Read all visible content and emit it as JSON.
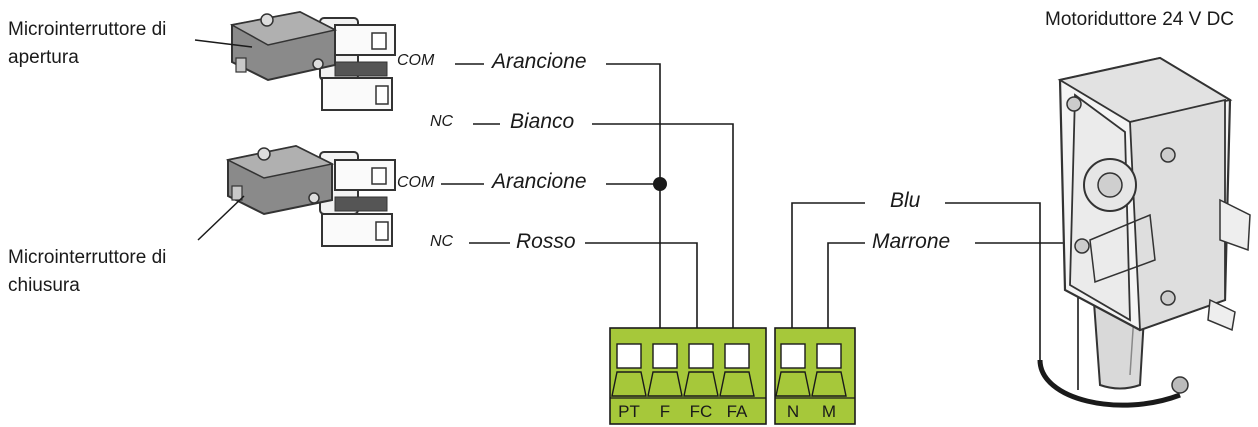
{
  "labels": {
    "micro_open_line1": "Microinterruttore di",
    "micro_open_line2": "apertura",
    "micro_close_line1": "Microinterruttore di",
    "micro_close_line2": "chiusura",
    "motor": "Motoriduttore 24 V DC"
  },
  "pins": {
    "com1": "COM",
    "nc1": "NC",
    "com2": "COM",
    "nc2": "NC"
  },
  "wires": {
    "arancione1": "Arancione",
    "bianco": "Bianco",
    "arancione2": "Arancione",
    "rosso": "Rosso",
    "blu": "Blu",
    "marrone": "Marrone"
  },
  "terminals": {
    "block1": [
      "PT",
      "F",
      "FC",
      "FA"
    ],
    "block2": [
      "N",
      "M"
    ]
  },
  "colors": {
    "terminal_green": "#a6c83a",
    "line": "#1a1a1a",
    "switch_gray": "#8a8a8a"
  }
}
